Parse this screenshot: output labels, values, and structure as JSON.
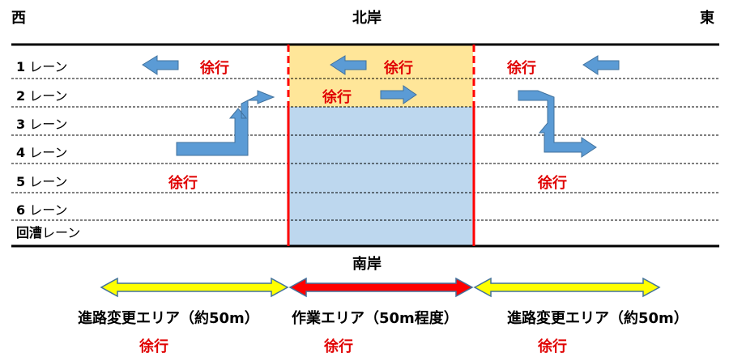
{
  "header": {
    "west": "西",
    "north_bank": "北岸",
    "east": "東"
  },
  "south_bank": "南岸",
  "lanes": [
    {
      "num": "1",
      "label": "レーン"
    },
    {
      "num": "2",
      "label": "レーン"
    },
    {
      "num": "3",
      "label": "レーン"
    },
    {
      "num": "4",
      "label": "レーン"
    },
    {
      "num": "5",
      "label": "レーン"
    },
    {
      "num": "6",
      "label": "レーン"
    },
    {
      "num": "回漕",
      "label": "レーン"
    }
  ],
  "slow_text": "徐行",
  "zones": {
    "left": "進路変更エリア（約50m）",
    "center": "作業エリア（50m程度）",
    "right": "進路変更エリア（約50m）"
  },
  "colors": {
    "work_area_closed": "#bdd7ee",
    "work_area_open": "#ffe699",
    "boundary": "#ff0000",
    "arrow": "#5b9bd5",
    "change_area_arrow": "#ffff00",
    "work_area_arrow": "#ff0000",
    "slow_text": "#e00000"
  }
}
